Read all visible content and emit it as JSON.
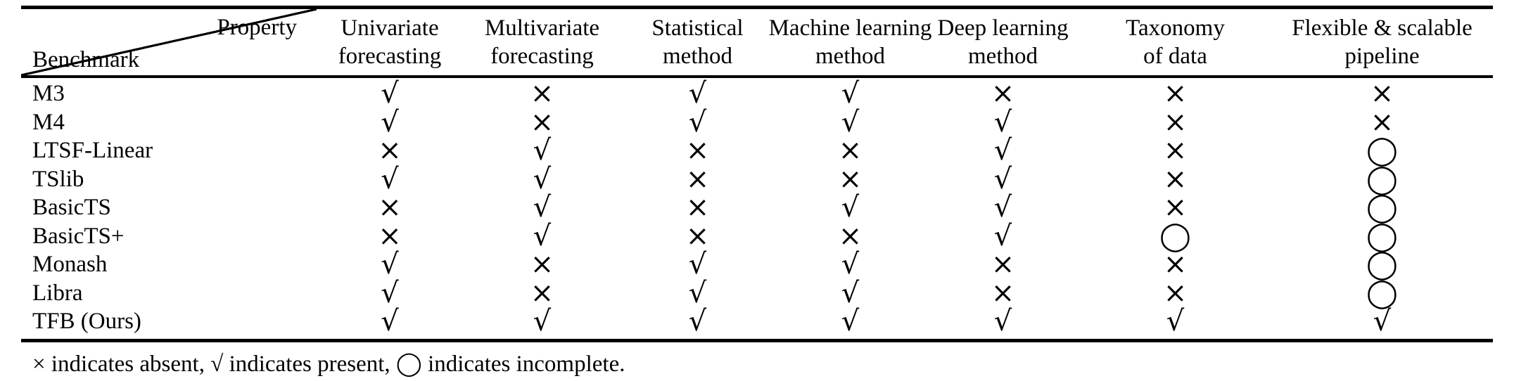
{
  "table": {
    "corner": {
      "top_right": "Property",
      "bottom_left": "Benchmark"
    },
    "columns": [
      {
        "line1": "Univariate",
        "line2": "forecasting"
      },
      {
        "line1": "Multivariate",
        "line2": "forecasting"
      },
      {
        "line1": "Statistical",
        "line2": "method"
      },
      {
        "line1": "Machine learning",
        "line2": "method"
      },
      {
        "line1": "Deep learning",
        "line2": "method"
      },
      {
        "line1": "Taxonomy",
        "line2": "of data"
      },
      {
        "line1": "Flexible & scalable",
        "line2": "pipeline"
      }
    ],
    "legend": {
      "present": "√",
      "absent": "×",
      "incomplete": "◯"
    },
    "rows": [
      {
        "benchmark": "M3",
        "cells": [
          "√",
          "×",
          "√",
          "√",
          "×",
          "×",
          "×"
        ]
      },
      {
        "benchmark": "M4",
        "cells": [
          "√",
          "×",
          "√",
          "√",
          "√",
          "×",
          "×"
        ]
      },
      {
        "benchmark": "LTSF-Linear",
        "cells": [
          "×",
          "√",
          "×",
          "×",
          "√",
          "×",
          "◯"
        ]
      },
      {
        "benchmark": "TSlib",
        "cells": [
          "√",
          "√",
          "×",
          "×",
          "√",
          "×",
          "◯"
        ]
      },
      {
        "benchmark": "BasicTS",
        "cells": [
          "×",
          "√",
          "×",
          "√",
          "√",
          "×",
          "◯"
        ]
      },
      {
        "benchmark": "BasicTS+",
        "cells": [
          "×",
          "√",
          "×",
          "×",
          "√",
          "◯",
          "◯"
        ]
      },
      {
        "benchmark": "Monash",
        "cells": [
          "√",
          "×",
          "√",
          "√",
          "×",
          "×",
          "◯"
        ]
      },
      {
        "benchmark": "Libra",
        "cells": [
          "√",
          "×",
          "√",
          "√",
          "×",
          "×",
          "◯"
        ]
      },
      {
        "benchmark": "TFB (Ours)",
        "cells": [
          "√",
          "√",
          "√",
          "√",
          "√",
          "√",
          "√"
        ]
      }
    ]
  },
  "footnote": "× indicates absent, √ indicates present, ◯ indicates incomplete."
}
